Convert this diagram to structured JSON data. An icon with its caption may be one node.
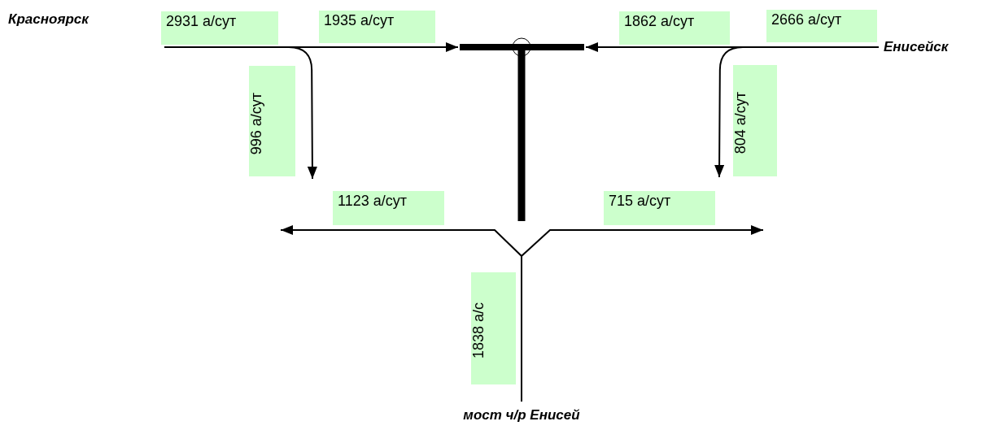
{
  "diagram": {
    "nodes": [
      {
        "text": [
          "Красноярск"
        ]
      },
      {
        "text": [],
        "shape": "bar"
      },
      {
        "text": [
          "Енисейск"
        ]
      },
      {
        "text": [
          "мост ч/р Енисей"
        ]
      }
    ],
    "edges": [
      {
        "from": 0,
        "to": 1,
        "arrow": "to",
        "label": "1935 а/сут"
      },
      {
        "from": 0,
        "to": null,
        "arrow": "to",
        "label": "996 а/сут"
      },
      {
        "from": 2,
        "to": 1,
        "arrow": "to",
        "label": "1862 а/сут"
      },
      {
        "from": 2,
        "to": null,
        "arrow": "to",
        "label": "804 а/сут"
      },
      {
        "from": 3,
        "to": null,
        "arrow": "to",
        "label": "1123 а/сут"
      },
      {
        "from": 3,
        "to": null,
        "arrow": "to",
        "label": "715 а/сут"
      }
    ],
    "labels": [
      "2931 а/сут",
      "2666 а/сут",
      "1838 а/с"
    ]
  }
}
